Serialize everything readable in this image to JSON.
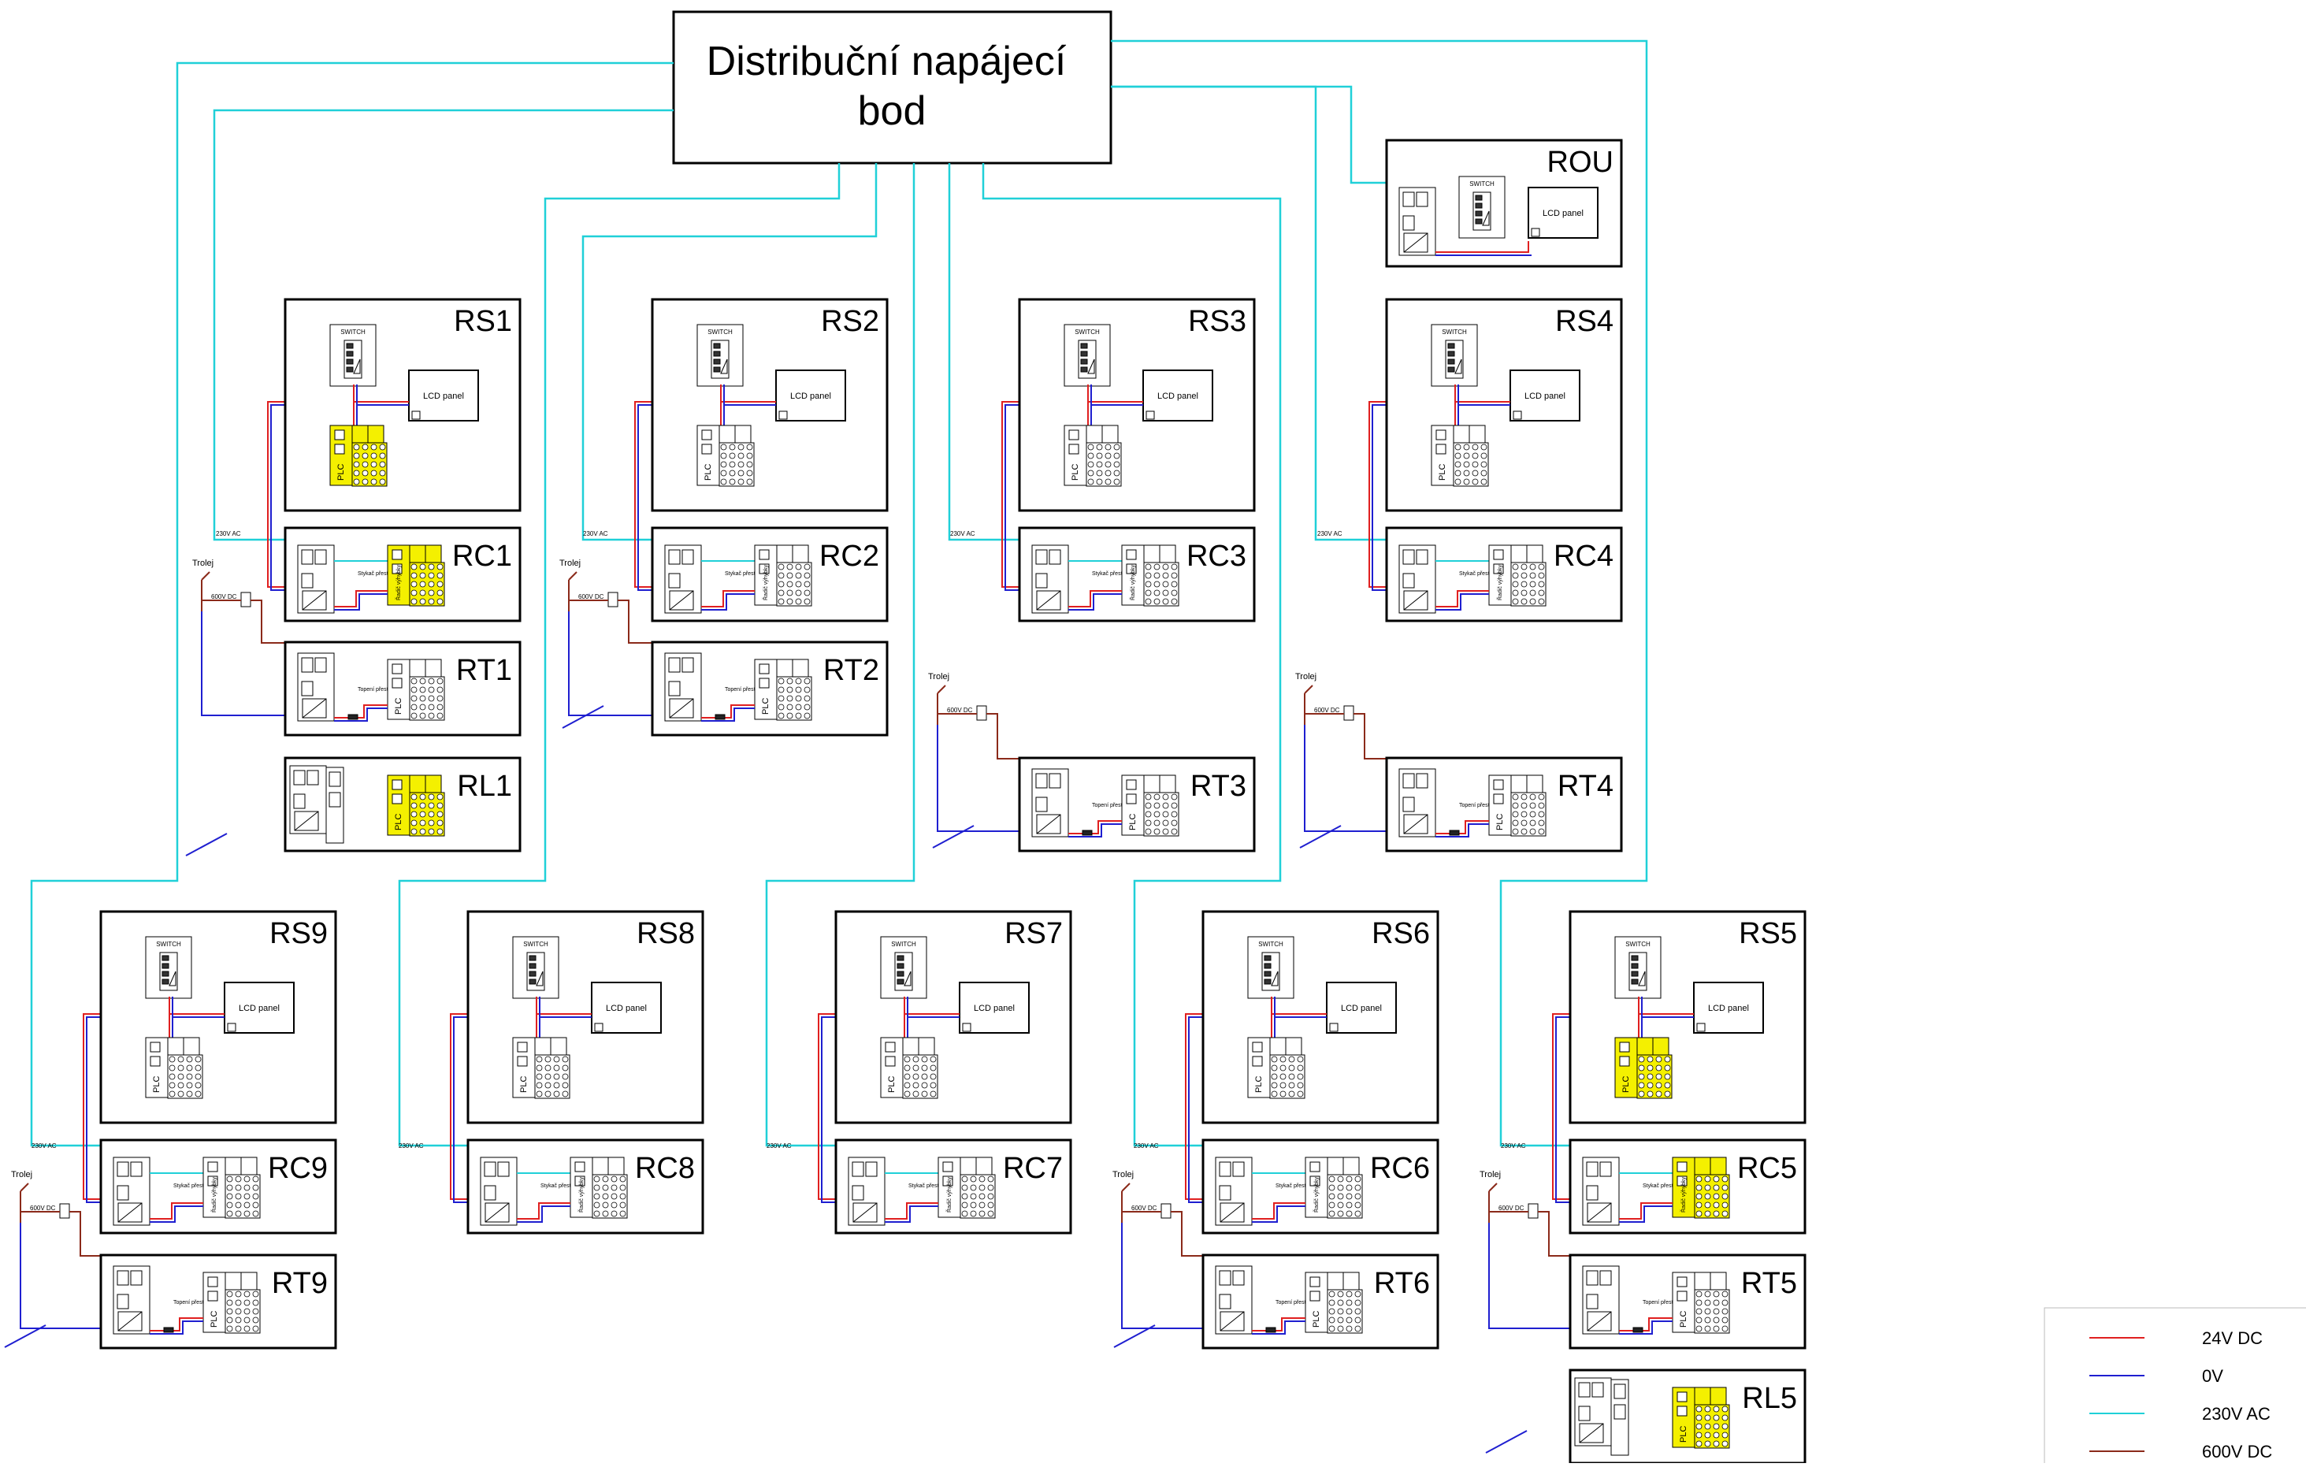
{
  "title": "Distribuční napájecí bod",
  "title_lines": [
    "Distribuční napájecí",
    "bod"
  ],
  "legend": [
    {
      "label": "24V DC",
      "color": "#e02020"
    },
    {
      "label": "0V",
      "color": "#1f1fd0"
    },
    {
      "label": "230V AC",
      "color": "#20d0d8"
    },
    {
      "label": "600V DC",
      "color": "#8b2a1a"
    }
  ],
  "colors": {
    "box": "#000000",
    "plc_highlight": "#f4f000"
  },
  "component_labels": {
    "switch": "SWITCH",
    "lcd": "LCD panel",
    "plc": "PLC",
    "ac_label": "230V AC",
    "dc600_label": "600V DC",
    "trolley": "Trolej",
    "contactor": "Stykač přestavníku",
    "heating": "Topení přestavníku",
    "io_module": "Řadič výhybky"
  },
  "cabinets": {
    "ROU": "ROU",
    "RS": [
      "RS1",
      "RS2",
      "RS3",
      "RS4",
      "RS5",
      "RS6",
      "RS7",
      "RS8",
      "RS9"
    ],
    "RC": [
      "RC1",
      "RC2",
      "RC3",
      "RC4",
      "RC5",
      "RC6",
      "RC7",
      "RC8",
      "RC9"
    ],
    "RT": [
      "RT1",
      "RT2",
      "RT3",
      "RT4",
      "RT5",
      "RT6",
      "RT9"
    ],
    "RL": [
      "RL1",
      "RL5"
    ]
  }
}
